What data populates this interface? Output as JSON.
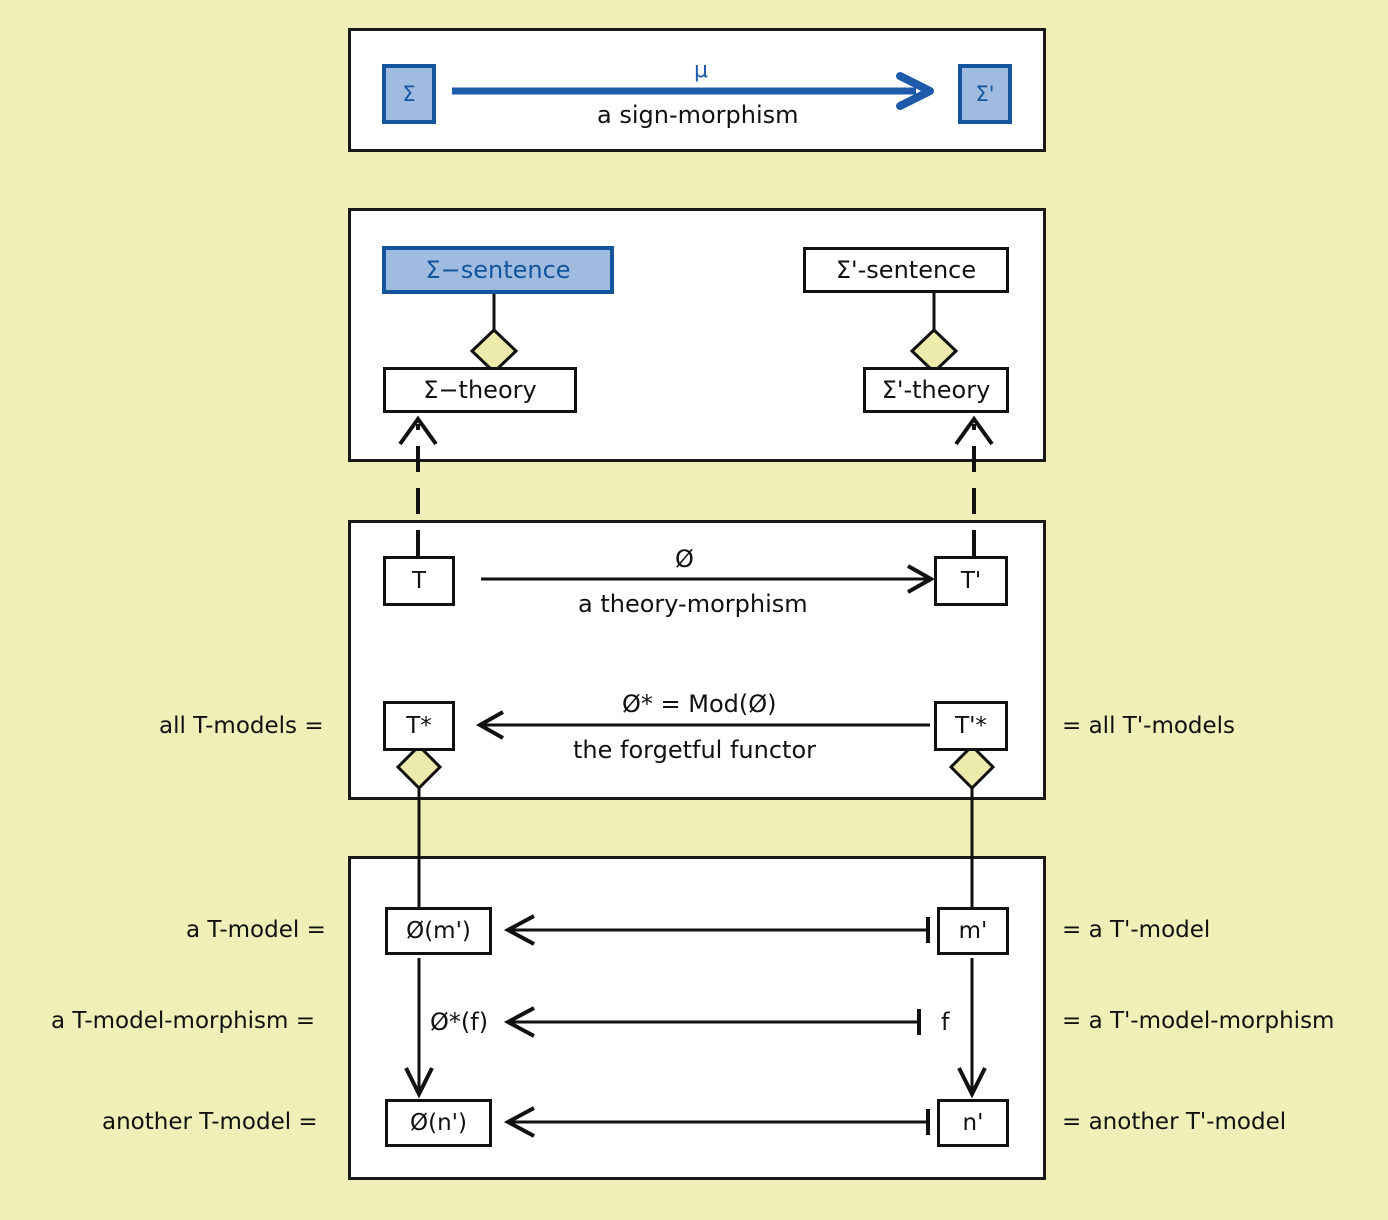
{
  "colors": {
    "background": "#f0efb8",
    "panel_fill": "#ffffff",
    "panel_border": "#1a1a1a",
    "accent_blue_border": "#14559e",
    "accent_blue_fill": "#9fbbdf",
    "accent_blue_text": "#1f5bab",
    "diamond_fill": "#ecebab",
    "line": "#111111"
  },
  "panels": {
    "signature": {
      "name": "signature-panel",
      "nodes": {
        "sigma": "Σ",
        "sigma_prime": "Σ'"
      },
      "arrow_label_top": "μ",
      "arrow_label_bottom": "a sign-morphism"
    },
    "sentences": {
      "name": "sentences-panel",
      "nodes": {
        "sigma_sentence": "Σ−sentence",
        "sigma_prime_sentence": "Σ'-sentence",
        "sigma_theory": "Σ−theory",
        "sigma_prime_theory": "Σ'-theory"
      }
    },
    "theories": {
      "name": "theories-panel",
      "nodes": {
        "t": "T",
        "t_prime": "T'",
        "t_star": "T*",
        "t_prime_star": "T'*"
      },
      "theory_arrow_label_top": "Ø",
      "theory_arrow_label_bottom": "a theory-morphism",
      "functor_arrow_label_top": "Ø* = Mod(Ø)",
      "functor_arrow_label_bottom": "the forgetful functor",
      "left_label_models": "all T-models =",
      "right_label_models": "= all T'-models"
    },
    "models": {
      "name": "models-panel",
      "nodes": {
        "phi_m": "Ø(m')",
        "m_prime": "m'",
        "phi_n": "Ø(n')",
        "n_prime": "n'"
      },
      "vertical_arrow_label": "Ø*(f)",
      "f_label": "f",
      "left_labels": [
        "a T-model =",
        "a T-model-morphism =",
        "another T-model ="
      ],
      "right_labels": [
        "= a T'-model",
        "= a T'-model-morphism",
        "= another T'-model"
      ]
    }
  }
}
